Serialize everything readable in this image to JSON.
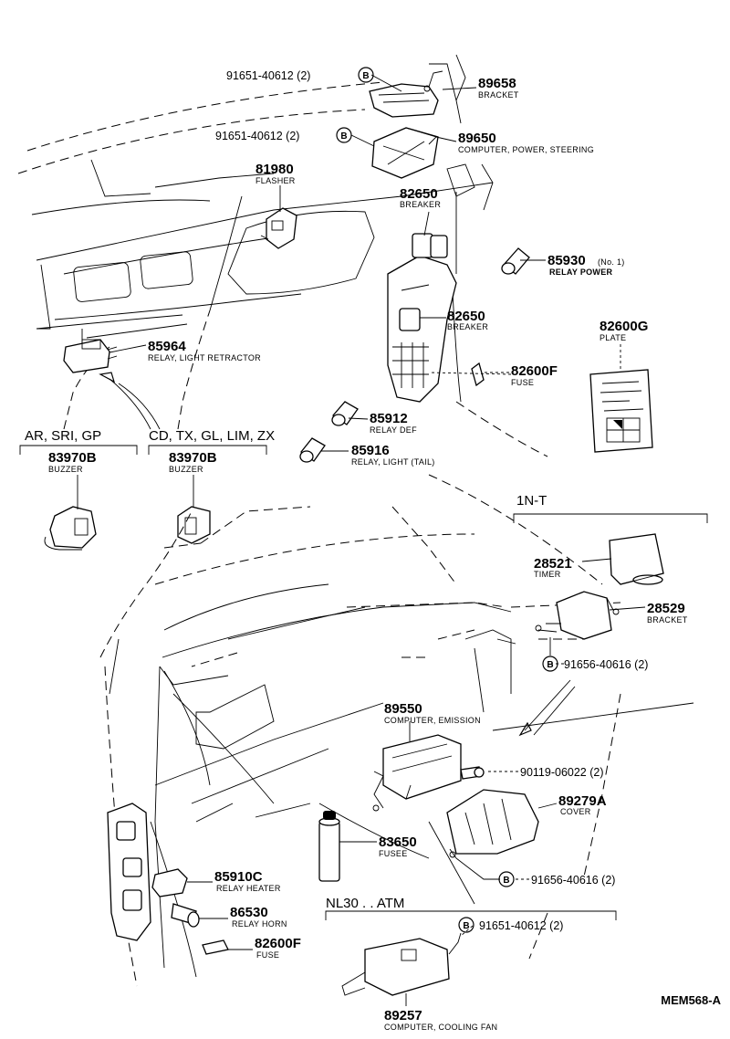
{
  "drawing_code": "MEM568-A",
  "groups": {
    "left_header": "AR, SRI, GP",
    "right_header": "CD, TX, GL, LIM, ZX",
    "int_header": "1N-T",
    "nl_header": "NL30 . . ATM"
  },
  "callouts": [
    {
      "id": "c1",
      "part": "91651-40612 (2)",
      "tag": "B",
      "desc": ""
    },
    {
      "id": "c2",
      "part": "89658",
      "desc": "BRACKET"
    },
    {
      "id": "c3",
      "part": "91651-40612 (2)",
      "tag": "B",
      "desc": ""
    },
    {
      "id": "c4",
      "part": "89650",
      "desc": "COMPUTER, POWER, STEERING"
    },
    {
      "id": "c5",
      "part": "81980",
      "desc": "FLASHER"
    },
    {
      "id": "c6",
      "part": "82650",
      "desc": "BREAKER"
    },
    {
      "id": "c7",
      "part": "85930",
      "suffix": "(No. 1)",
      "desc": "RELAY POWER"
    },
    {
      "id": "c8",
      "part": "82650",
      "desc": "BREAKER"
    },
    {
      "id": "c9",
      "part": "82600G",
      "desc": "PLATE"
    },
    {
      "id": "c10",
      "part": "85964",
      "desc": "RELAY, LIGHT RETRACTOR"
    },
    {
      "id": "c11",
      "part": "82600F",
      "desc": "FUSE"
    },
    {
      "id": "c12",
      "part": "85912",
      "desc": "RELAY DEF"
    },
    {
      "id": "c13",
      "part": "85916",
      "desc": "RELAY, LIGHT (TAIL)"
    },
    {
      "id": "c14",
      "part": "83970B",
      "desc": "BUZZER"
    },
    {
      "id": "c15",
      "part": "83970B",
      "desc": "BUZZER"
    },
    {
      "id": "c16",
      "part": "28521",
      "desc": "TIMER"
    },
    {
      "id": "c17",
      "part": "28529",
      "desc": "BRACKET"
    },
    {
      "id": "c18",
      "part": "91656-40616 (2)",
      "tag": "B",
      "desc": ""
    },
    {
      "id": "c19",
      "part": "89550",
      "desc": "COMPUTER, EMISSION"
    },
    {
      "id": "c20",
      "part": "90119-06022 (2)",
      "desc": ""
    },
    {
      "id": "c21",
      "part": "89279A",
      "desc": "COVER"
    },
    {
      "id": "c22",
      "part": "83650",
      "desc": "FUSEE"
    },
    {
      "id": "c23",
      "part": "91656-40616 (2)",
      "tag": "B",
      "desc": ""
    },
    {
      "id": "c24",
      "part": "85910C",
      "desc": "RELAY HEATER"
    },
    {
      "id": "c25",
      "part": "86530",
      "desc": "RELAY HORN"
    },
    {
      "id": "c26",
      "part": "82600F",
      "desc": "FUSE"
    },
    {
      "id": "c27",
      "part": "91651-40612 (2)",
      "tag": "B",
      "desc": ""
    },
    {
      "id": "c28",
      "part": "89257",
      "desc": "COMPUTER, COOLING FAN"
    }
  ]
}
